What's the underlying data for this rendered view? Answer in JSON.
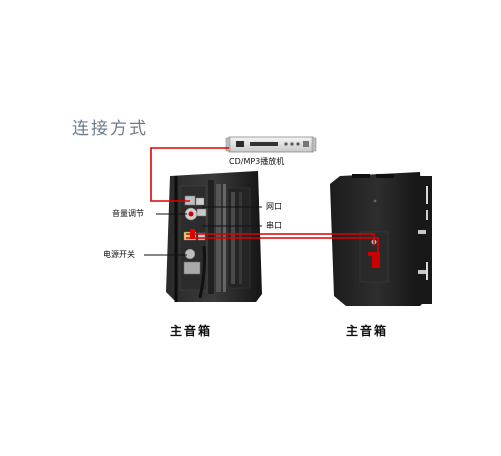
{
  "diagram": {
    "title": "连接方式",
    "player_label": "CD/MP3播放机",
    "left_callouts": {
      "volume": "音量调节",
      "power": "电源开关"
    },
    "right_callouts": {
      "network": "网口",
      "serial": "串口"
    },
    "captions": {
      "left_speaker": "主音箱",
      "right_speaker": "主音箱"
    },
    "colors": {
      "cable": "#e00000",
      "speaker_body": "#1a1a1a",
      "title": "#6b7d8f"
    }
  }
}
